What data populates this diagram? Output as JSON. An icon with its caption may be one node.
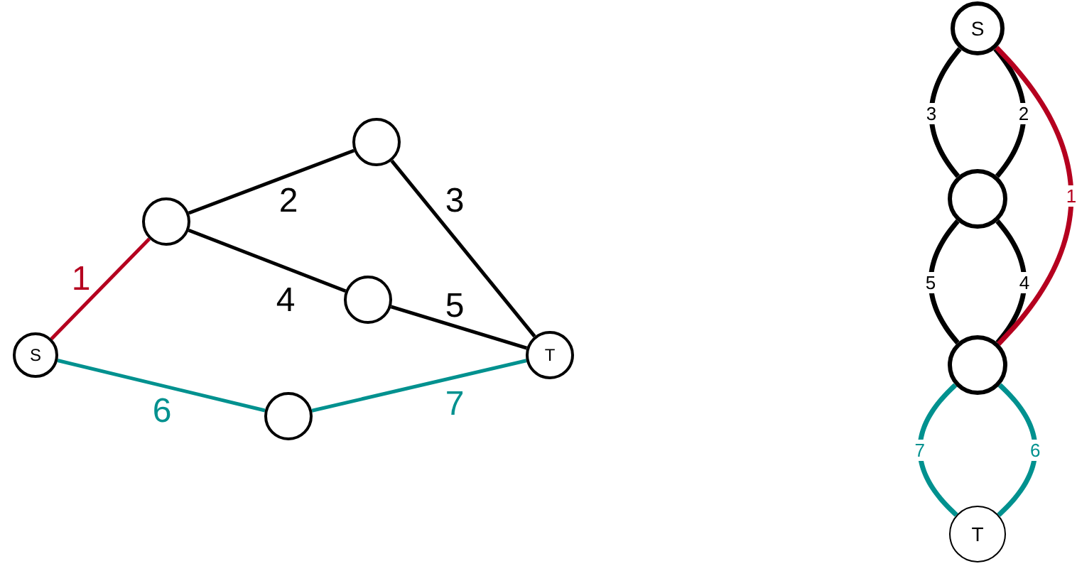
{
  "diagram": {
    "nodes": [
      {
        "text": [
          "S"
        ]
      },
      {
        "text": [],
        "shape": "circle"
      },
      {
        "text": [],
        "shape": "circle"
      },
      {
        "text": [],
        "shape": "circle"
      },
      {
        "text": [],
        "shape": "circle"
      },
      {
        "text": [
          "T"
        ]
      },
      {
        "text": [
          "S"
        ]
      },
      {
        "text": [],
        "shape": "circle"
      },
      {
        "text": [],
        "shape": "circle"
      },
      {
        "text": [
          "T"
        ]
      }
    ],
    "edges": [
      {
        "from": 0,
        "to": 1,
        "arrow": "none",
        "label": "1",
        "color": "#b5001f"
      },
      {
        "from": 1,
        "to": 2,
        "arrow": "none",
        "label": "2"
      },
      {
        "from": 2,
        "to": 5,
        "arrow": "none",
        "label": "3"
      },
      {
        "from": 1,
        "to": 3,
        "arrow": "none",
        "label": "4"
      },
      {
        "from": 3,
        "to": 5,
        "arrow": "none",
        "label": "5"
      },
      {
        "from": 0,
        "to": 4,
        "arrow": "none",
        "label": "6",
        "color": "#00918f"
      },
      {
        "from": 4,
        "to": 5,
        "arrow": "none",
        "label": "7",
        "color": "#00918f"
      },
      {
        "from": 6,
        "to": 7,
        "arrow": "none",
        "label": "3"
      },
      {
        "from": 6,
        "to": 7,
        "arrow": "none",
        "label": "2"
      },
      {
        "from": 7,
        "to": 8,
        "arrow": "none",
        "label": "5"
      },
      {
        "from": 7,
        "to": 8,
        "arrow": "none",
        "label": "4"
      },
      {
        "from": 6,
        "to": 8,
        "arrow": "none",
        "label": "1",
        "color": "#b5001f"
      },
      {
        "from": 8,
        "to": 9,
        "arrow": "none",
        "label": "7",
        "color": "#00918f"
      },
      {
        "from": 8,
        "to": 9,
        "arrow": "none",
        "label": "6",
        "color": "#00918f"
      }
    ]
  }
}
